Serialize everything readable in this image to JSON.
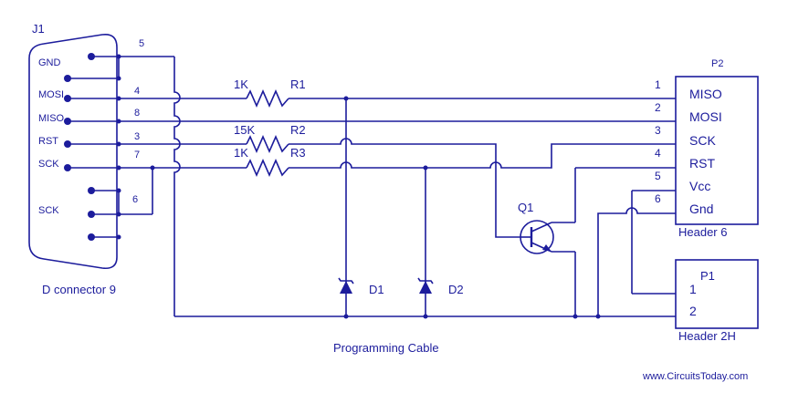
{
  "colors": {
    "ink": "#1c1c9c",
    "background": "#ffffff"
  },
  "connector": {
    "ref": "J1",
    "caption": "D connector 9",
    "labels": [
      "GND",
      "MOSI",
      "MISO",
      "RST",
      "SCK",
      "SCK"
    ],
    "pin_numbers": [
      "5",
      "4",
      "8",
      "3",
      "7",
      "6"
    ]
  },
  "resistors": [
    {
      "value": "1K",
      "ref": "R1"
    },
    {
      "value": "15K",
      "ref": "R2"
    },
    {
      "value": "1K",
      "ref": "R3"
    }
  ],
  "diodes": [
    "D1",
    "D2"
  ],
  "transistor": "Q1",
  "header6": {
    "ref": "P2",
    "caption": "Header 6",
    "pins": [
      {
        "num": "1",
        "name": "MISO"
      },
      {
        "num": "2",
        "name": "MOSI"
      },
      {
        "num": "3",
        "name": "SCK"
      },
      {
        "num": "4",
        "name": "RST"
      },
      {
        "num": "5",
        "name": "Vcc"
      },
      {
        "num": "6",
        "name": "Gnd"
      }
    ]
  },
  "header2": {
    "ref": "P1",
    "caption": "Header 2H",
    "pins": [
      "1",
      "2"
    ]
  },
  "title": "Programming Cable",
  "website": "www.CircuitsToday.com"
}
